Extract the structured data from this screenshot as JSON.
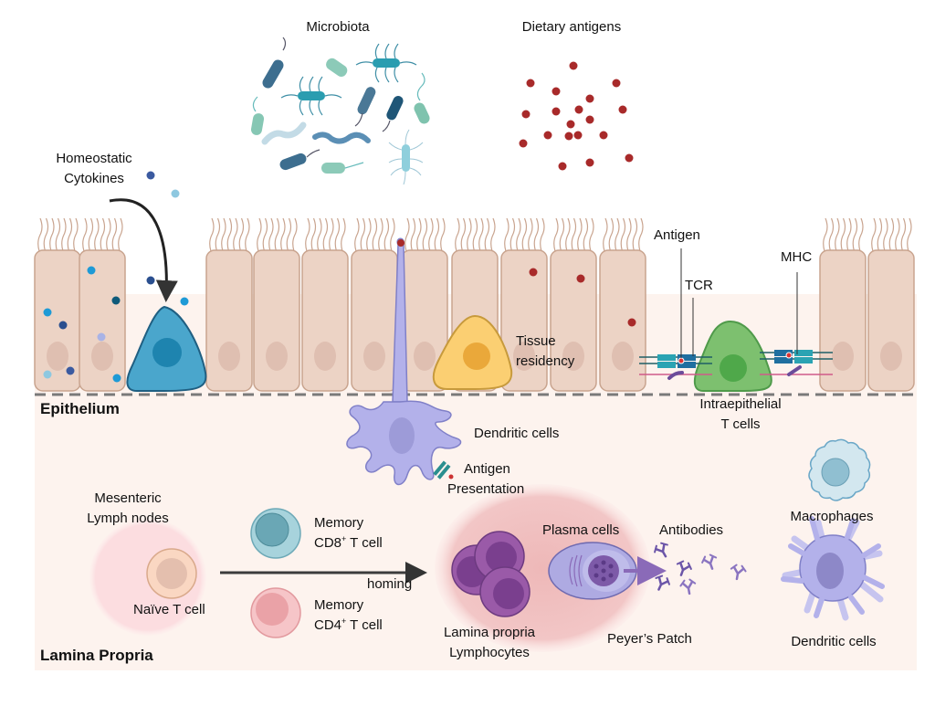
{
  "figure": {
    "regions": {
      "epithelium": "Epithelium",
      "lamina_propria": "Lamina Propria"
    },
    "labels": {
      "microbiota": "Microbiota",
      "dietary_antigens": "Dietary antigens",
      "homeostatic_cytokines_line1": "Homeostatic",
      "homeostatic_cytokines_line2": "Cytokines",
      "antigen": "Antigen",
      "tcr": "TCR",
      "mhc": "MHC",
      "tissue_residency_line1": "Tissue",
      "tissue_residency_line2": "residency",
      "iel_line1": "Intraepithelial",
      "iel_line2": "T cells",
      "dendritic_cells_epi": "Dendritic cells",
      "antigen_presentation_line1": "Antigen",
      "antigen_presentation_line2": "Presentation",
      "mesenteric_line1": "Mesenteric",
      "mesenteric_line2": "Lymph nodes",
      "naive_t_cell": "Naïve T cell",
      "memory_cd8_line1": "Memory",
      "memory_cd8_prefix": "CD8",
      "memory_cd8_sup": "+",
      "memory_cd8_suffix": " T cell",
      "memory_cd4_line1": "Memory",
      "memory_cd4_prefix": "CD4",
      "memory_cd4_sup": "+",
      "memory_cd4_suffix": " T cell",
      "homing": "homing",
      "plasma_cells": "Plasma cells",
      "antibodies": "Antibodies",
      "lpl_line1": "Lamina propria",
      "lpl_line2": "Lymphocytes",
      "peyers_patch": "Peyer’s Patch",
      "macrophages": "Macrophages",
      "dendritic_cells_lp": "Dendritic cells"
    },
    "colors": {
      "epithelial_cell": "#ecd3c5",
      "epithelial_border": "#c9a48f",
      "lamina_bg": "#fdf3ee",
      "ilc_cell": "#4aa6cc",
      "trm_cell": "#fbcf72",
      "iel_cell": "#7dc06f",
      "dendritic_cell": "#b3b1ea",
      "dietary_antigen": "#a82a2a",
      "plasma_lymphocyte": "#9a5aa8",
      "peyers_patch": "#f2c4c4"
    }
  }
}
